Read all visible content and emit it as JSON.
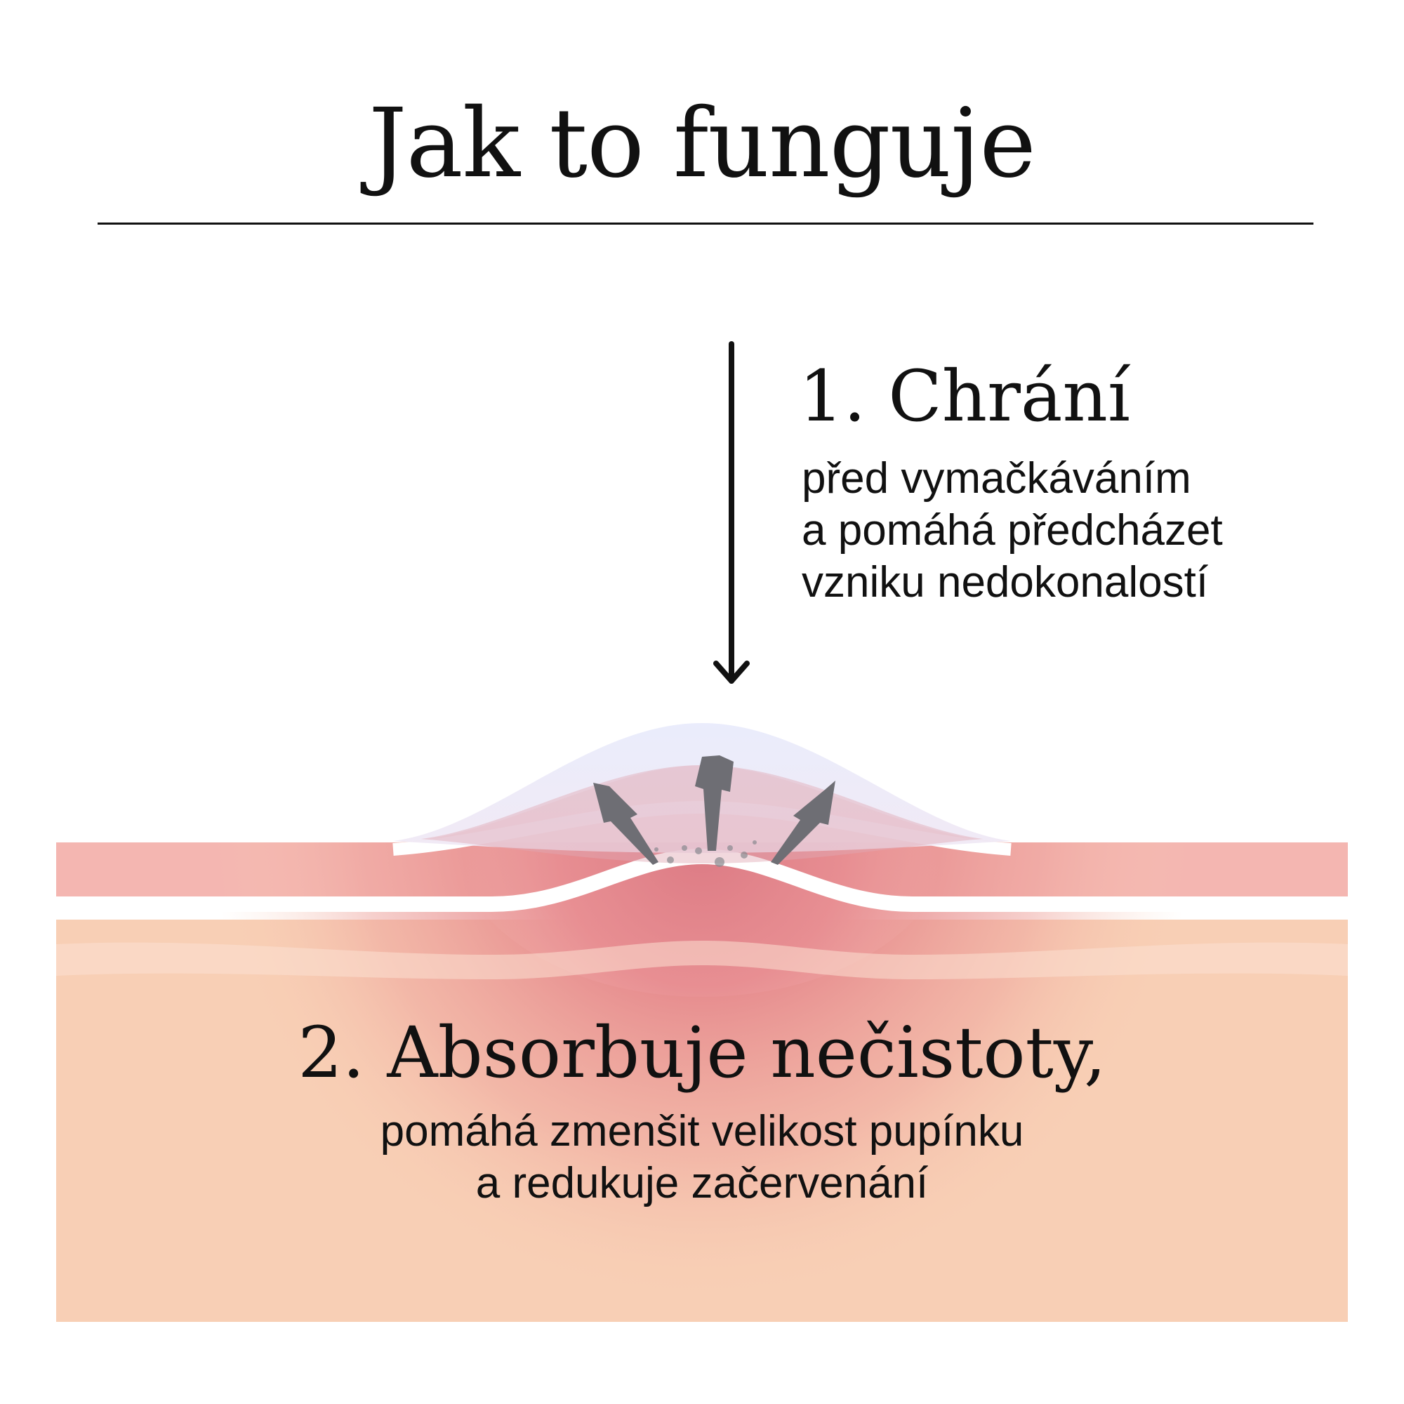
{
  "title": "Jak to funguje",
  "step1": {
    "heading": "1. Chrání",
    "lines": [
      "před vymačkáváním",
      "a pomáhá předcházet",
      "vzniku nedokonalostí"
    ]
  },
  "step2": {
    "heading": "2. Absorbuje nečistoty,",
    "lines": [
      "pomáhá zmenšit velikost pupínku",
      "a redukuje začervenání"
    ]
  },
  "colors": {
    "text": "#111111",
    "skin_top_layer": "#f4b6b1",
    "skin_lower_layer": "#f8cfb5",
    "inflammation": "#e07f86",
    "patch": "#e9ecfb",
    "arrows": "#6e6e74"
  },
  "icons": [
    "down-arrow-icon",
    "outward-arrow-icon"
  ]
}
